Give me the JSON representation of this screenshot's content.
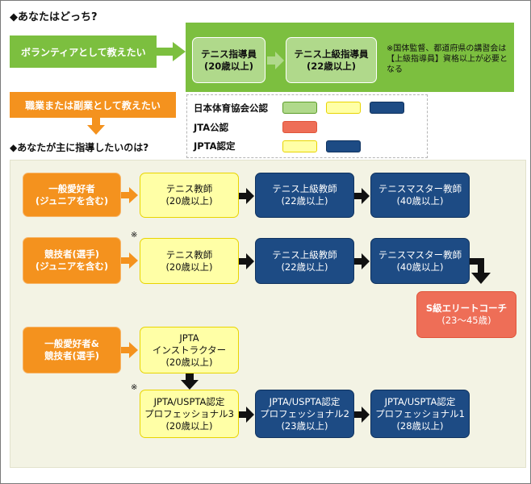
{
  "title": "◆あなたはどっち?",
  "volunteer": {
    "label": "ボランティアとして教えたい",
    "boxes": [
      [
        "テニス指導員",
        "(20歳以上)"
      ],
      [
        "テニス上級指導員",
        "(22歳以上)"
      ]
    ],
    "note": "※国体監督、都道府県の講習会は【上級指導員】資格以上が必要となる"
  },
  "career": {
    "label": "職業または副業として教えたい"
  },
  "legend": {
    "rows": [
      "日本体育協会公認",
      "JTA公認",
      "JPTA認定"
    ]
  },
  "question": "◆あなたが主に指導したいのは?",
  "rows": {
    "general": {
      "source": [
        "一般愛好者",
        "(ジュニアを含む)"
      ],
      "steps": [
        [
          "テニス教師",
          "(20歳以上)"
        ],
        [
          "テニス上級教師",
          "(22歳以上)"
        ],
        [
          "テニスマスター教師",
          "(40歳以上)"
        ]
      ]
    },
    "competitor": {
      "source": [
        "競技者(選手)",
        "(ジュニアを含む)"
      ],
      "mark": "※",
      "steps": [
        [
          "テニス教師",
          "(20歳以上)"
        ],
        [
          "テニス上級教師",
          "(22歳以上)"
        ],
        [
          "テニスマスター教師",
          "(40歳以上)"
        ]
      ],
      "elite": [
        "S級エリートコーチ",
        "(23〜45歳)"
      ]
    },
    "both": {
      "source": [
        "一般愛好者&",
        "競技者(選手)"
      ],
      "instructor": [
        "JPTA",
        "インストラクター",
        "(20歳以上)"
      ],
      "mark": "※",
      "steps": [
        [
          "JPTA/USPTA認定",
          "プロフェッショナル3",
          "(20歳以上)"
        ],
        [
          "JPTA/USPTA認定",
          "プロフェッショナル2",
          "(23歳以上)"
        ],
        [
          "JPTA/USPTA認定",
          "プロフェッショナル1",
          "(28歳以上)"
        ]
      ]
    }
  },
  "colors": {
    "orange": "#f4921e",
    "green": "#7cbf3f",
    "light_green": "#b0d98b",
    "yellow": "#ffffa6",
    "navy": "#1d4b84",
    "salmon": "#ee6e57",
    "panel": "#f3f3e4"
  }
}
